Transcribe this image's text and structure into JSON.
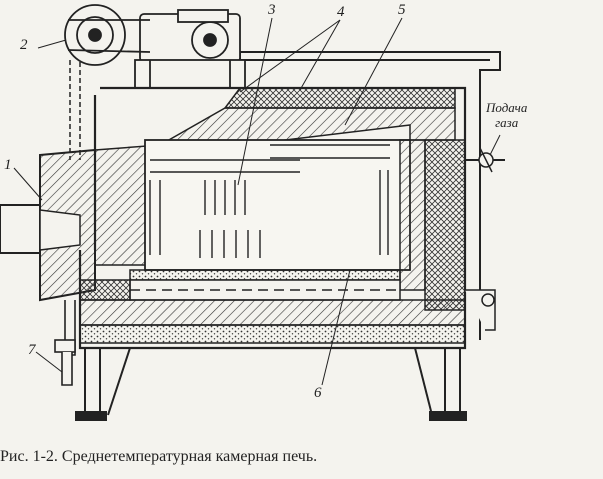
{
  "figure": {
    "caption": "Рис. 1-2. Среднетемпературная камерная печь.",
    "callouts": [
      {
        "id": "c1",
        "label": "1"
      },
      {
        "id": "c2",
        "label": "2"
      },
      {
        "id": "c3",
        "label": "3"
      },
      {
        "id": "c4",
        "label": "4"
      },
      {
        "id": "c5",
        "label": "5"
      },
      {
        "id": "c6",
        "label": "6"
      },
      {
        "id": "c7",
        "label": "7"
      }
    ],
    "gas_supply_label": {
      "line1": "Подача",
      "line2": "газа"
    }
  },
  "colors": {
    "ink": "#222222",
    "paper": "#f4f3ee"
  }
}
